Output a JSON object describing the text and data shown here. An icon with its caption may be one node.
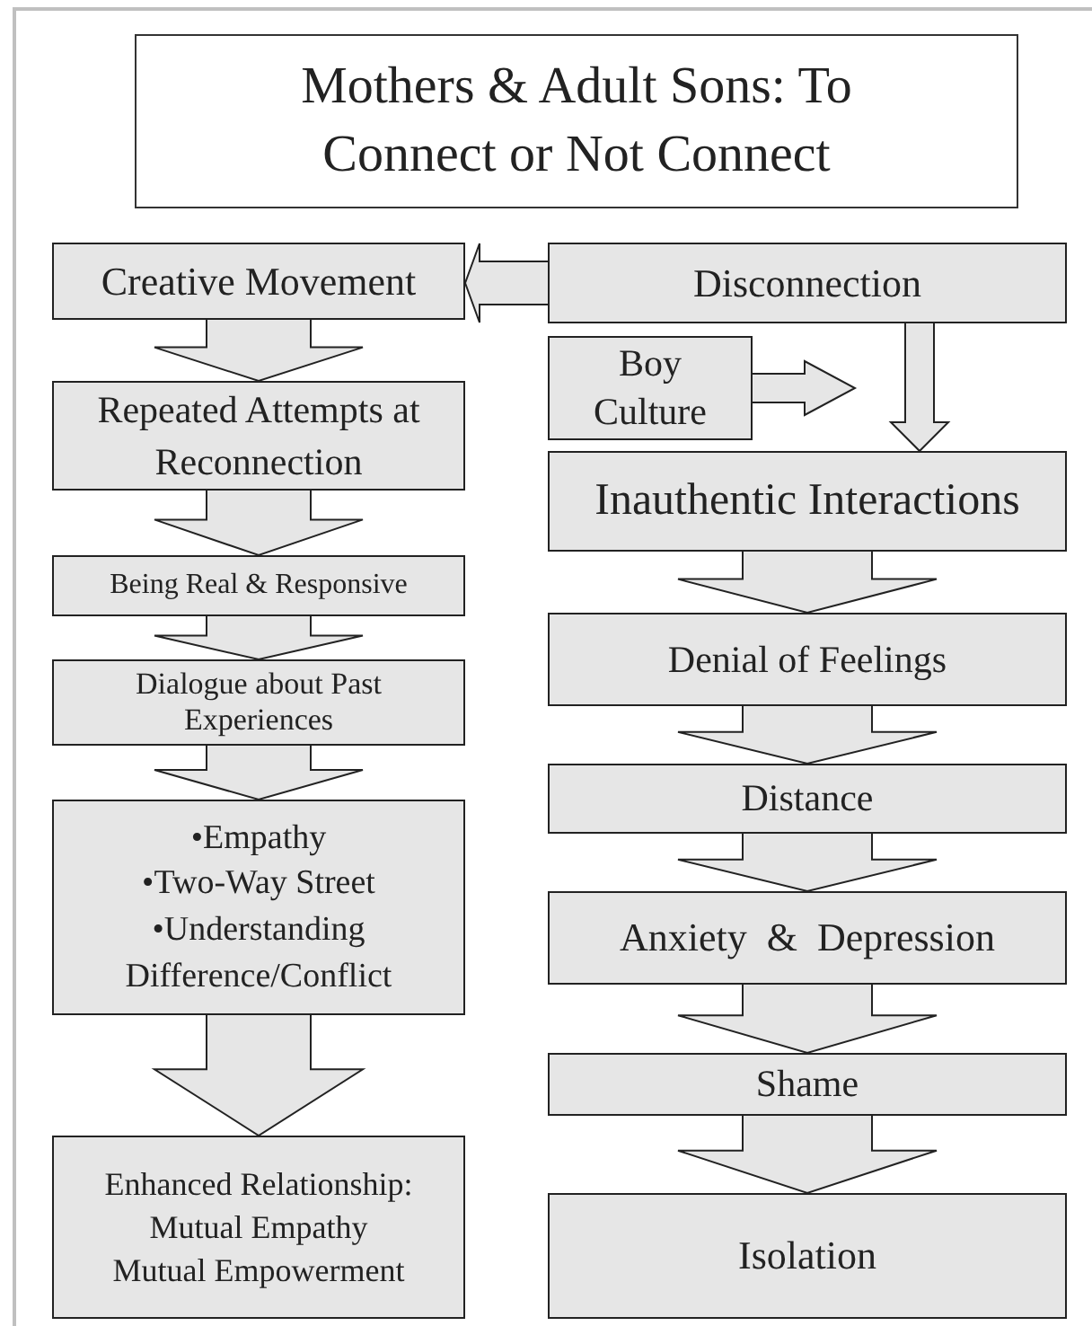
{
  "diagram": {
    "title": "Mothers & Adult Sons: To Connect or Not Connect",
    "nodes": [
      {
        "text": [
          "Creative Movement"
        ]
      },
      {
        "text": [
          "Repeated Attempts at Reconnection"
        ]
      },
      {
        "text": [
          "Being Real & Responsive"
        ]
      },
      {
        "text": [
          "Dialogue about Past Experiences"
        ]
      },
      {
        "text": [
          "•Empathy",
          "•Two-Way Street",
          "•Understanding Difference/Conflict"
        ]
      },
      {
        "text": [
          "Enhanced Relationship:",
          "Mutual Empathy",
          "Mutual Empowerment"
        ]
      },
      {
        "text": [
          "Disconnection"
        ]
      },
      {
        "text": [
          "Boy Culture"
        ]
      },
      {
        "text": [
          "Inauthentic Interactions"
        ]
      },
      {
        "text": [
          "Denial of Feelings"
        ]
      },
      {
        "text": [
          "Distance"
        ]
      },
      {
        "text": [
          "Anxiety  &  Depression"
        ]
      },
      {
        "text": [
          "Shame"
        ]
      },
      {
        "text": [
          "Isolation"
        ]
      }
    ],
    "edges": [
      {
        "from": 0,
        "to": 1,
        "arrow": "to"
      },
      {
        "from": 1,
        "to": 2,
        "arrow": "to"
      },
      {
        "from": 2,
        "to": 3,
        "arrow": "to"
      },
      {
        "from": 3,
        "to": 4,
        "arrow": "to"
      },
      {
        "from": 4,
        "to": 5,
        "arrow": "to"
      },
      {
        "from": 6,
        "to": 0,
        "arrow": "to"
      },
      {
        "from": 7,
        "to": null,
        "arrow": "to"
      },
      {
        "from": 6,
        "to": 8,
        "arrow": "to"
      },
      {
        "from": 8,
        "to": 9,
        "arrow": "to"
      },
      {
        "from": 9,
        "to": 10,
        "arrow": "to"
      },
      {
        "from": 10,
        "to": 11,
        "arrow": "to"
      },
      {
        "from": 11,
        "to": 12,
        "arrow": "to"
      },
      {
        "from": 12,
        "to": 13,
        "arrow": "to"
      }
    ]
  }
}
